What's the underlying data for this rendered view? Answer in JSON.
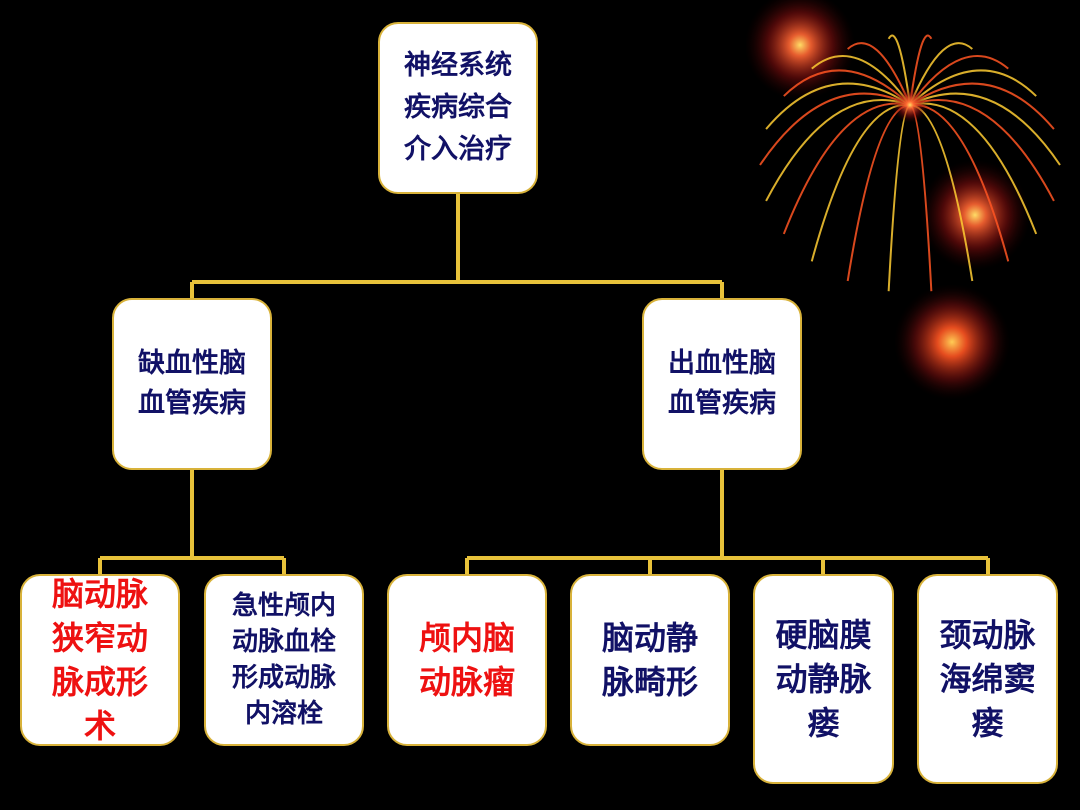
{
  "colors": {
    "background": "#000000",
    "connector": "#e8c23a",
    "node_text": "#111166",
    "highlight_text": "#ee1111",
    "node_border": "#d8b23a"
  },
  "root": {
    "text": "神经系统\n疾病综合\n介入治疗"
  },
  "ischemic": {
    "text": "缺血性脑\n血管疾病",
    "children": [
      {
        "text": "脑动脉\n狭窄动\n脉成形\n术",
        "highlight": true
      },
      {
        "text": "急性颅内\n动脉血栓\n形成动脉\n内溶栓",
        "highlight": false
      }
    ]
  },
  "hemorrhagic": {
    "text": "出血性脑\n血管疾病",
    "children": [
      {
        "text": "颅内脑\n动脉瘤",
        "highlight": true
      },
      {
        "text": "脑动静\n脉畸形",
        "highlight": false
      },
      {
        "text": "硬脑膜\n动静脉\n瘘",
        "highlight": false
      },
      {
        "text": "颈动脉\n海绵窦\n瘘",
        "highlight": false
      }
    ]
  }
}
